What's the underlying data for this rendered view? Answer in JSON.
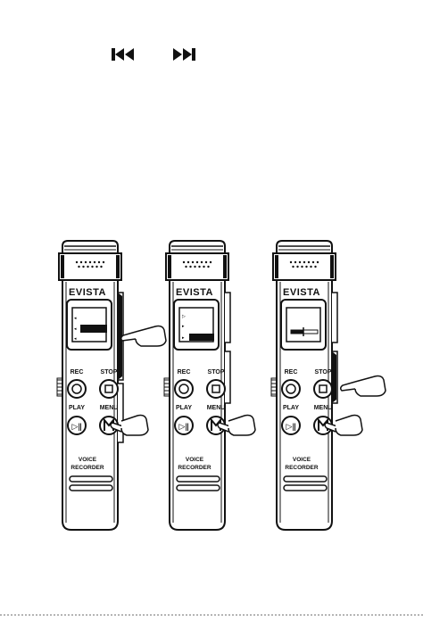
{
  "nav": {
    "prev_icon": "skip-previous-icon",
    "next_icon": "skip-next-icon"
  },
  "devices": [
    {
      "brand": "EVISTA",
      "rec": "REC",
      "stop": "STOP",
      "play": "PLAY",
      "menu": "MENU",
      "voice_line1": "VOICE",
      "voice_line2": "RECORDER"
    },
    {
      "brand": "EVISTA",
      "rec": "REC",
      "stop": "STOP",
      "play": "PLAY",
      "menu": "MENU",
      "voice_line1": "VOICE",
      "voice_line2": "RECORDER"
    },
    {
      "brand": "EVISTA",
      "rec": "REC",
      "stop": "STOP",
      "play": "PLAY",
      "menu": "MENU",
      "voice_line1": "VOICE",
      "voice_line2": "RECORDER"
    }
  ]
}
